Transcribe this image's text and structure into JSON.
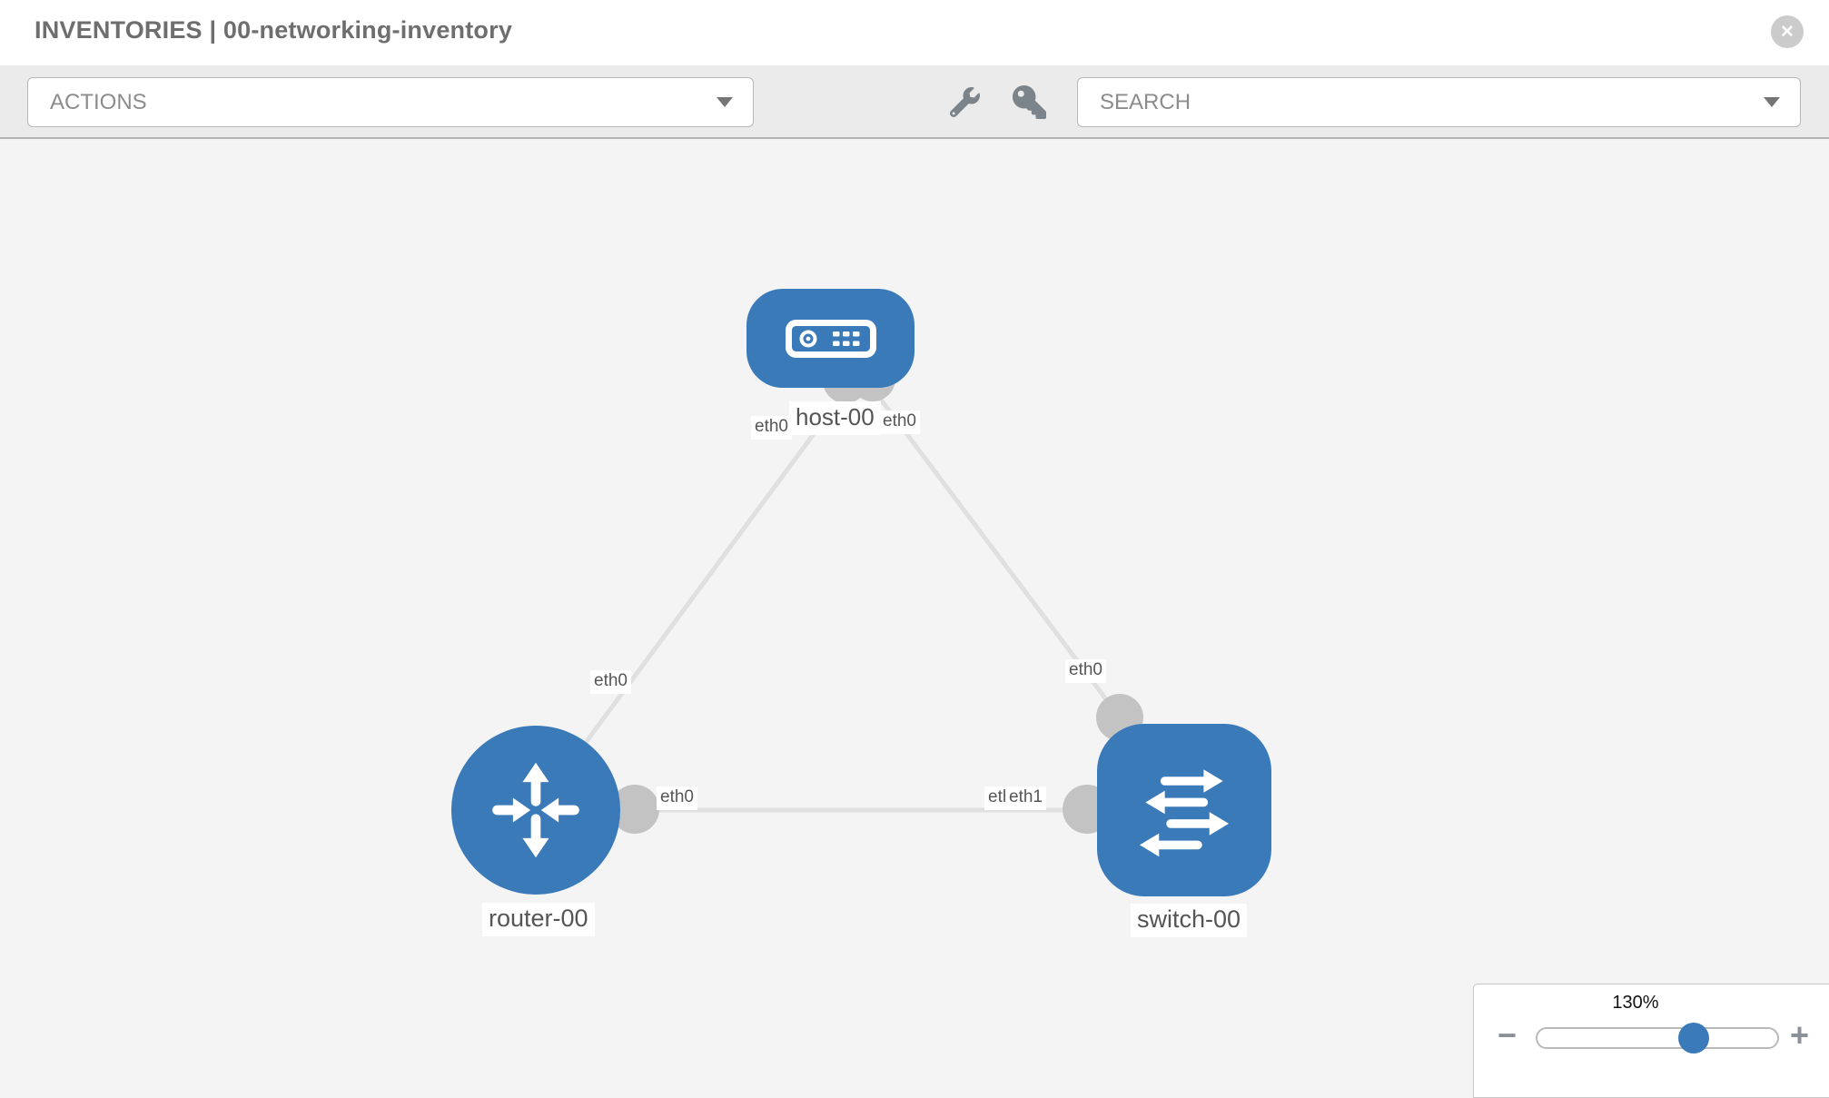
{
  "header": {
    "title": "INVENTORIES | 00-networking-inventory",
    "close_glyph": "✕"
  },
  "toolbar": {
    "actions_label": "ACTIONS",
    "search_label": "SEARCH",
    "icons": [
      "wrench-icon",
      "key-icon"
    ]
  },
  "diagram": {
    "nodes": [
      {
        "id": "host-00",
        "type": "host",
        "label": "host-00",
        "icon": "host-icon"
      },
      {
        "id": "router-00",
        "type": "router",
        "label": "router-00",
        "icon": "router-icon"
      },
      {
        "id": "switch-00",
        "type": "switch",
        "label": "switch-00",
        "icon": "switch-icon"
      }
    ],
    "links": [
      {
        "from": "router-00",
        "from_if": "eth0",
        "to": "host-00",
        "to_if": "eth0"
      },
      {
        "from": "host-00",
        "from_if": "eth0",
        "to": "switch-00",
        "to_if": "eth0"
      },
      {
        "from": "router-00",
        "from_if": "eth0",
        "to": "switch-00",
        "to_if": "eth1"
      }
    ],
    "overlap_label": "eth0"
  },
  "zoom_control": {
    "level": "130%",
    "zoom_out_glyph": "−",
    "zoom_in_glyph": "+"
  },
  "colors": {
    "node_blue": "#3a7ab9",
    "link_gray": "#e0e0e0",
    "connector_gray": "#c3c3c3",
    "toolbar_bg": "#ebebeb",
    "canvas_bg": "#f4f4f4",
    "border_gray": "#b7b7b7"
  }
}
